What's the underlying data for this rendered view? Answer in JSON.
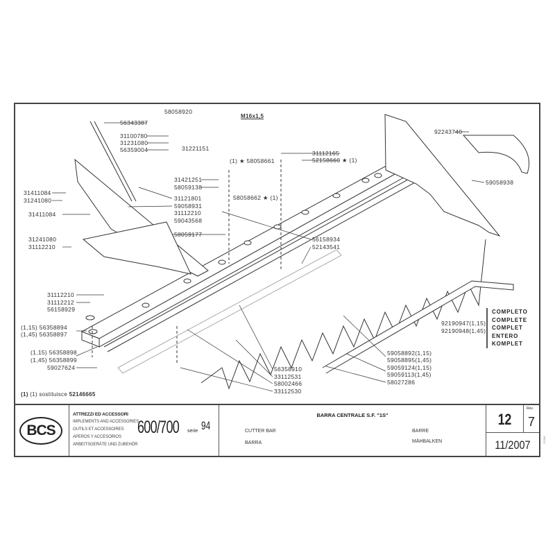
{
  "callouts": {
    "c1": "58058920",
    "c2": "56343387",
    "c3": "31100780",
    "c4": "31231080",
    "c5": "56359004",
    "c6": "31221151",
    "c7": "31421251",
    "c8": "58059138",
    "c9": "31411084",
    "c10": "31241080",
    "c11": "31121801",
    "c12": "59058931",
    "c13": "31112210",
    "c14": "59043568",
    "c15": "31411084",
    "c16": "58059177",
    "c17": "31241080",
    "c18": "31112210",
    "c19": "M16x1,5",
    "c20": "31112165",
    "c21": "52158660 ★ (1)",
    "c22": "(1) ★ 58058661",
    "c23": "58058662 ★ (1)",
    "c24": "92243740",
    "c25": "59058938",
    "c26": "56158934",
    "c27": "52143541",
    "c28": "31112210",
    "c29": "31112212",
    "c30": "56158929",
    "c31": "(1,15) 56358894",
    "c32": "(1,45) 56358897",
    "c33": "(1,15) 56358898",
    "c34": "(1,45) 56358899",
    "c35": "59027624",
    "c36": "56358910",
    "c37": "33112531",
    "c38": "58002466",
    "c39": "33112530",
    "c40": "59058892(1,15)",
    "c41": "59058895(1,45)",
    "c42": "59059124(1,15)",
    "c43": "59059113(1,45)",
    "c44": "58027286",
    "c45": "92190947(1,15)",
    "c46": "92190948(1,45)"
  },
  "note": {
    "prefix": "(1) sostituisce",
    "part": "52146665"
  },
  "complete": [
    "COMPLETO",
    "COMPLETE",
    "COMPLET",
    "ENTERO",
    "KOMPLET"
  ],
  "titleblock": {
    "logo": "BCS",
    "category": [
      "ATTREZZI ED ACCESSORI",
      "IMPLEMENTS AND ACCESSORIES",
      "OUTILS ET ACCESSOIRES",
      "APEROS Y ACCESORIOS",
      "ARBEITSGERÄTE UND ZUBEHÖR"
    ],
    "model": "600/700",
    "serie_label": "serie",
    "serie": "94",
    "title": "BARRA CENTRALE S.F. \"1S\"",
    "name_en": "CUTTER BAR",
    "name_fr": "BARRE",
    "name_es": "BARRA",
    "name_de": "MÄHBALKEN",
    "table_no": "12",
    "rev_label": "Rev.",
    "rev": "7",
    "date": "11/2007",
    "side_code": "25368"
  }
}
